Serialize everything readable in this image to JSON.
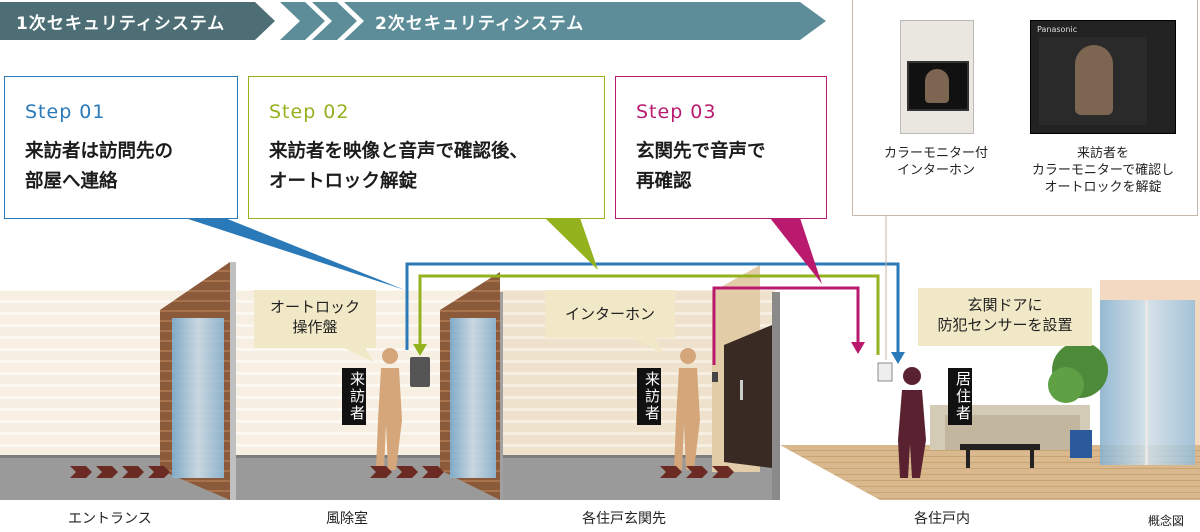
{
  "header": {
    "primary": "1次セキュリティシステム",
    "secondary": "2次セキュリティシステム",
    "primary_color": "#4c6e74",
    "secondary_color": "#5c8d98"
  },
  "steps": [
    {
      "title": "Step 01",
      "text": "来訪者は訪問先の\n部屋へ連絡",
      "color": "#2a79b8"
    },
    {
      "title": "Step 02",
      "text": "来訪者を映像と音声で確認後、\nオートロック解錠",
      "color": "#94b21e"
    },
    {
      "title": "Step 03",
      "text": "玄関先で音声で\n再確認",
      "color": "#b91a6e"
    }
  ],
  "monitor_panel": {
    "caption_left": "カラーモニター付\nインターホン",
    "caption_right": "来訪者を\nカラーモニターで確認し\nオートロックを解錠",
    "brand": "Panasonic"
  },
  "callouts": {
    "autolock": "オートロック\n操作盤",
    "intercom": "インターホン",
    "sensor": "玄関ドアに\n防犯センサーを設置"
  },
  "vertical_labels": {
    "visitor_1": "来訪者",
    "visitor_2": "来訪者",
    "resident": "居住者"
  },
  "areas": {
    "entrance": "エントランス",
    "vestibule": "風除室",
    "front_door": "各住戸玄関先",
    "inside": "各住戸内"
  },
  "note": "概念図"
}
